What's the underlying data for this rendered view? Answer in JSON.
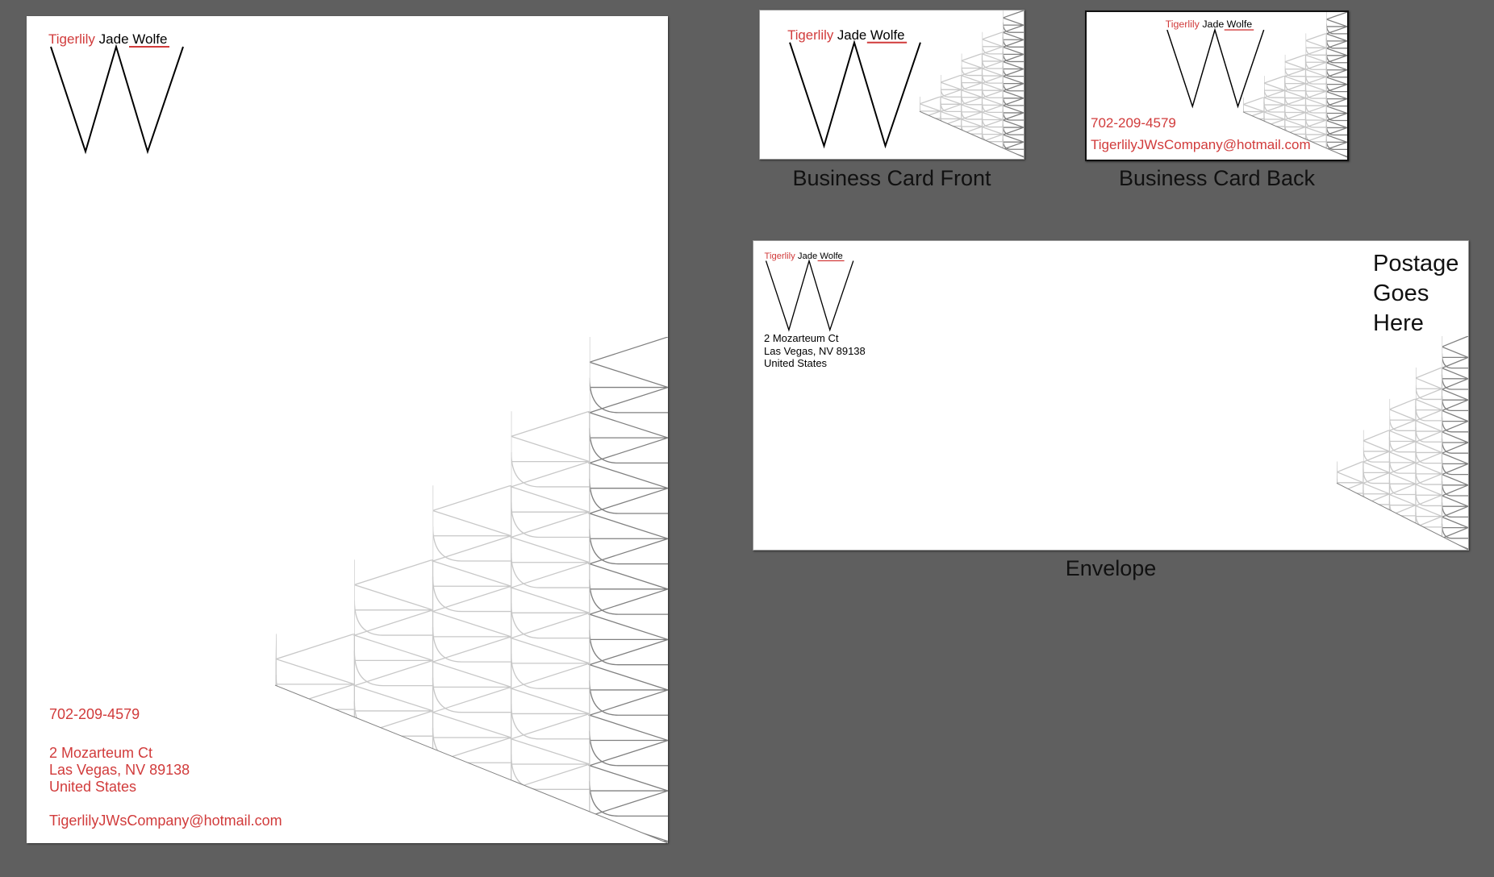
{
  "brand": {
    "first": "Tigerlily",
    "rest": " Jade Wolfe"
  },
  "colors": {
    "accent": "#d13b3b",
    "background": "#5f5f5f",
    "pattern_dark": "#808080",
    "pattern_light": "#c8c8c8"
  },
  "letterhead": {
    "phone": "702-209-4579",
    "address": [
      "2 Mozarteum Ct",
      "Las Vegas, NV  89138",
      "United States"
    ],
    "email": "TigerlilyJWsCompany@hotmail.com"
  },
  "business_card_back": {
    "phone": "702-209-4579",
    "email": "TigerlilyJWsCompany@hotmail.com"
  },
  "envelope": {
    "address": [
      "2 Mozarteum Ct",
      "Las Vegas, NV  89138",
      "United States"
    ],
    "postage": [
      "Postage",
      "Goes",
      "Here"
    ]
  },
  "labels": {
    "card_front": "Business Card Front",
    "card_back": "Business Card Back",
    "envelope": "Envelope"
  }
}
